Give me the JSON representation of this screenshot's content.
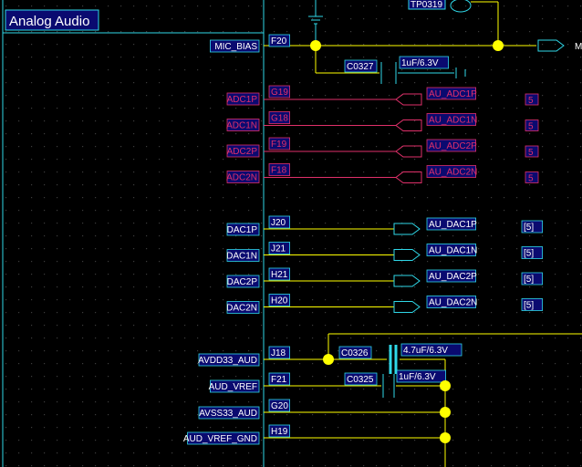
{
  "block": {
    "title": "Analog Audio"
  },
  "top": {
    "tp_label": "TP0319",
    "right_net": "M"
  },
  "capacitors": [
    {
      "ref": "C0327",
      "value": "1uF/6.3V"
    },
    {
      "ref": "C0326",
      "value": "4.7uF/6.3V"
    },
    {
      "ref": "C0325",
      "value": "1uF/6.3V"
    }
  ],
  "pins": {
    "mic_bias": {
      "name": "MIC_BIAS",
      "ball": "F20"
    },
    "adc": [
      {
        "name": "ADC1P",
        "ball": "G19",
        "net": "AU_ADC1P",
        "sheet": "5"
      },
      {
        "name": "ADC1N",
        "ball": "G18",
        "net": "AU_ADC1N",
        "sheet": "5"
      },
      {
        "name": "ADC2P",
        "ball": "F19",
        "net": "AU_ADC2P",
        "sheet": "5"
      },
      {
        "name": "ADC2N",
        "ball": "F18",
        "net": "AU_ADC2N",
        "sheet": "5"
      }
    ],
    "dac": [
      {
        "name": "DAC1P",
        "ball": "J20",
        "net": "AU_DAC1P",
        "sheet": "[5]"
      },
      {
        "name": "DAC1N",
        "ball": "J21",
        "net": "AU_DAC1N",
        "sheet": "[5]"
      },
      {
        "name": "DAC2P",
        "ball": "H21",
        "net": "AU_DAC2P",
        "sheet": "[5]"
      },
      {
        "name": "DAC2N",
        "ball": "H20",
        "net": "AU_DAC2N",
        "sheet": "[5]"
      }
    ],
    "power": [
      {
        "name": "AVDD33_AUD",
        "ball": "J18"
      },
      {
        "name": "AUD_VREF",
        "ball": "F21"
      },
      {
        "name": "AVSS33_AUD",
        "ball": "G20"
      },
      {
        "name": "AUD_VREF_GND",
        "ball": "H19"
      }
    ]
  },
  "colors": {
    "background": "#000000",
    "grid_dot": "#3c3c3c",
    "cyan": "#2fd8e8",
    "yellow": "#ffff00",
    "red": "#e0306a",
    "text_white": "#ffffff",
    "label_bg": "#0a0a70"
  }
}
